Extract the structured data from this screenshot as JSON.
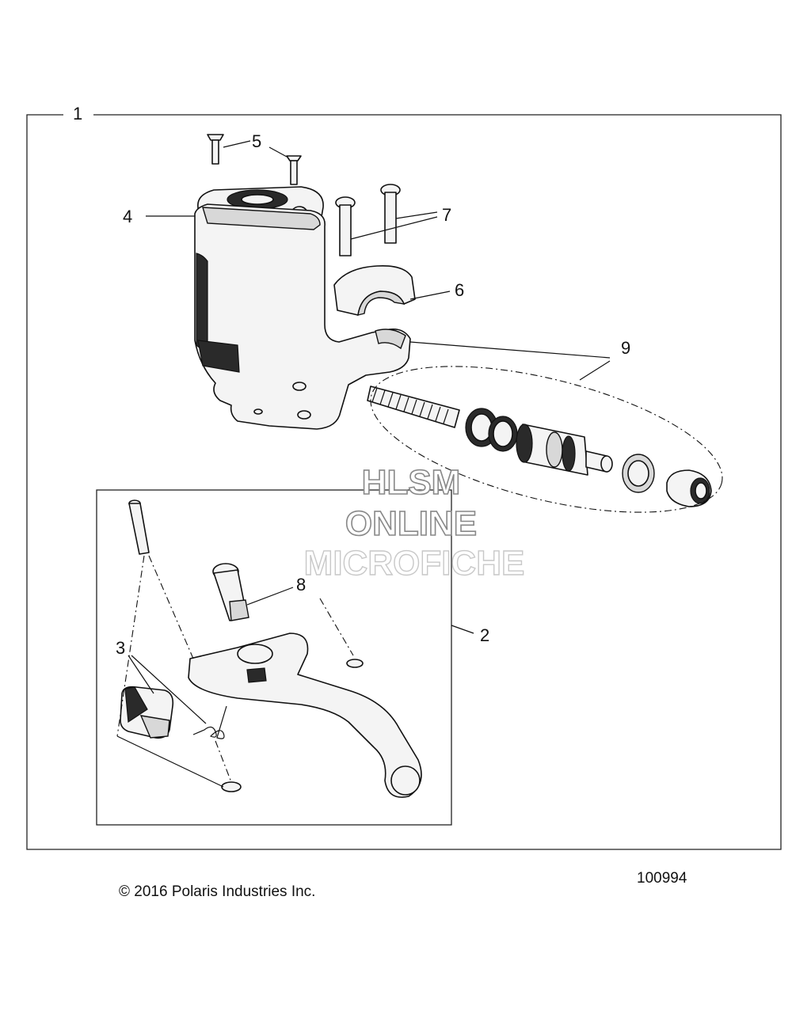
{
  "callouts": {
    "c1": "1",
    "c2": "2",
    "c3": "3",
    "c4": "4",
    "c5": "5",
    "c6": "6",
    "c7": "7",
    "c8": "8",
    "c9": "9"
  },
  "watermark": {
    "line1": "HLSM",
    "line2": "ONLINE",
    "line3": "MICROFICHE"
  },
  "footer": {
    "copyright": "© 2016 Polaris Industries Inc.",
    "figure_number": "100994"
  }
}
